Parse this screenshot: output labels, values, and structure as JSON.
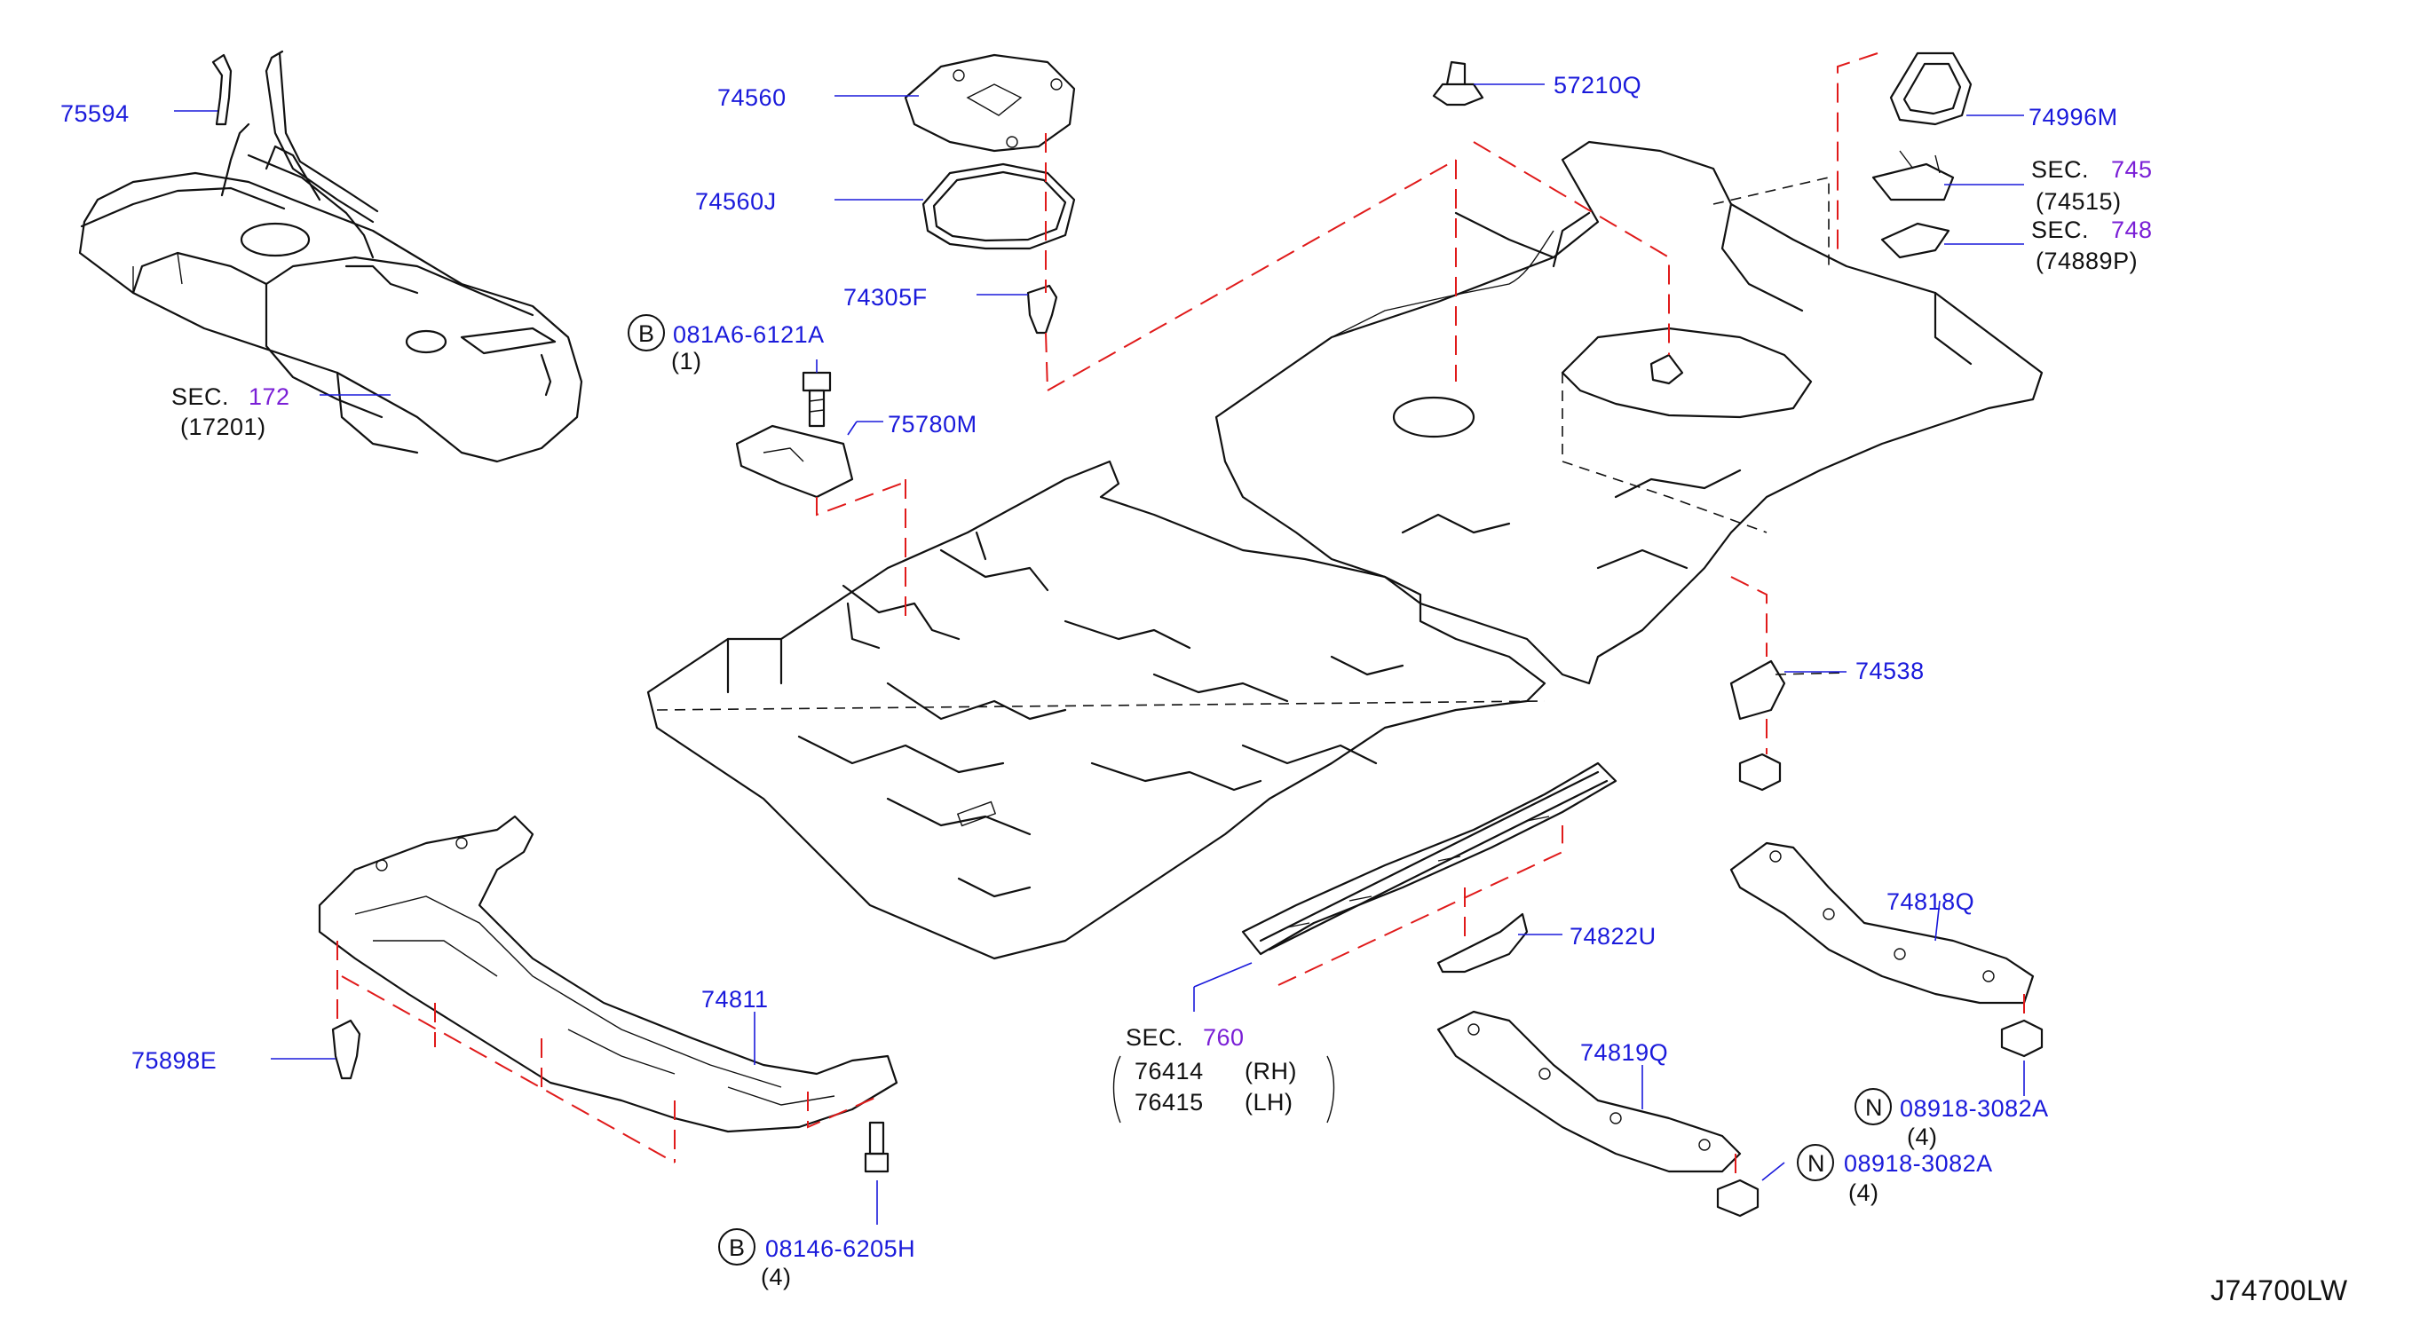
{
  "diagram_code": "J74700LW",
  "callouts": {
    "c75594": "75594",
    "c74560": "74560",
    "c74560J": "74560J",
    "c74305F": "74305F",
    "c57210Q": "57210Q",
    "c74996M": "74996M",
    "sec745_pre": "SEC.",
    "sec745_num": "745",
    "sec745_ref": "(74515)",
    "sec748_pre": "SEC.",
    "sec748_num": "748",
    "sec748_ref": "(74889P)",
    "sec172_pre": "SEC.",
    "sec172_num": "172",
    "sec172_ref": "(17201)",
    "bolt1_badge": "B",
    "bolt1_part": "081A6-6121A",
    "bolt1_qty": "(1)",
    "c75780M": "75780M",
    "c74538_partial": "74538",
    "c74818Q": "74818Q",
    "c74822U": "74822U",
    "c74819Q": "74819Q",
    "c74811": "74811",
    "c75898E": "75898E",
    "sec760_pre": "SEC.",
    "sec760_num": "760",
    "rh_part": "76414",
    "rh_side": "(RH)",
    "lh_part": "76415",
    "lh_side": "(LH)",
    "nut1_badge": "N",
    "nut1_part": "08918-3082A",
    "nut1_qty": "(4)",
    "nut2_badge": "N",
    "nut2_part": "08918-3082A",
    "nut2_qty": "(4)",
    "bolt2_badge": "B",
    "bolt2_part": "08146-6205H",
    "bolt2_qty": "(4)"
  },
  "colors": {
    "callout_blue": "#1a1adb",
    "section_purple": "#7a1fd6",
    "assembly_red_dashed": "#e01a1a",
    "line_black": "#111111"
  }
}
